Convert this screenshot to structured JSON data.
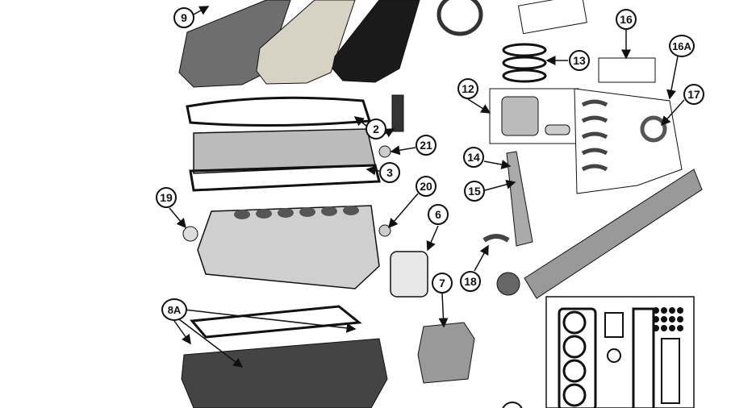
{
  "diagram": {
    "callouts": [
      {
        "id": "c9",
        "label": "9"
      },
      {
        "id": "c16",
        "label": "16"
      },
      {
        "id": "c16a",
        "label": "16A"
      },
      {
        "id": "c13",
        "label": "13"
      },
      {
        "id": "c12",
        "label": "12"
      },
      {
        "id": "c17",
        "label": "17"
      },
      {
        "id": "c2",
        "label": "2"
      },
      {
        "id": "c21",
        "label": "21"
      },
      {
        "id": "c14",
        "label": "14"
      },
      {
        "id": "c3",
        "label": "3"
      },
      {
        "id": "c15",
        "label": "15"
      },
      {
        "id": "c20",
        "label": "20"
      },
      {
        "id": "c19",
        "label": "19"
      },
      {
        "id": "c6",
        "label": "6"
      },
      {
        "id": "c18",
        "label": "18"
      },
      {
        "id": "c7",
        "label": "7"
      },
      {
        "id": "c8a",
        "label": "8A"
      }
    ],
    "colors": {
      "valve_cover_grey": "#6e6e6e",
      "valve_cover_beige": "#d8d2c4",
      "valve_cover_black": "#1a1a1a",
      "line": "#111111"
    }
  }
}
